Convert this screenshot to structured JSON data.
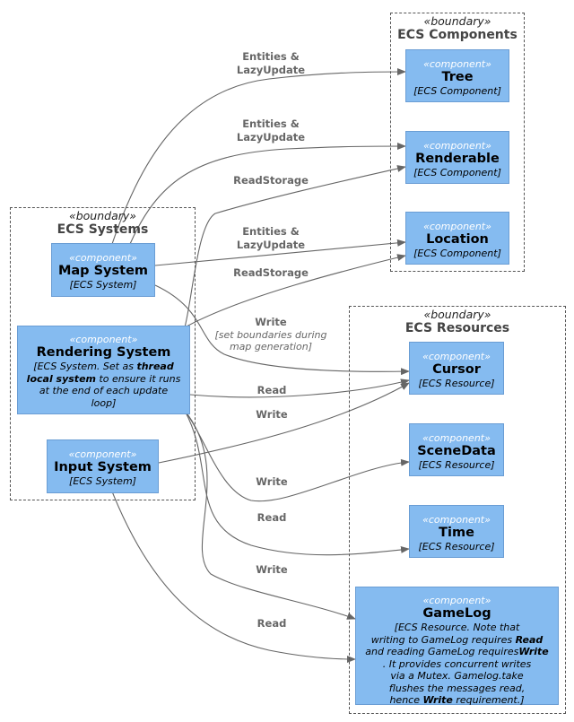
{
  "boundaries": {
    "components": {
      "stereotype": "«boundary»",
      "title": "ECS Components"
    },
    "systems": {
      "stereotype": "«boundary»",
      "title": "ECS Systems"
    },
    "resources": {
      "stereotype": "«boundary»",
      "title": "ECS Resources"
    }
  },
  "components": {
    "tree": {
      "stereotype": "«component»",
      "name": "Tree",
      "desc": "[ECS Component]"
    },
    "renderable": {
      "stereotype": "«component»",
      "name": "Renderable",
      "desc": "[ECS Component]"
    },
    "location": {
      "stereotype": "«component»",
      "name": "Location",
      "desc": "[ECS Component]"
    },
    "map_system": {
      "stereotype": "«component»",
      "name": "Map System",
      "desc": "[ECS System]"
    },
    "rendering_system": {
      "stereotype": "«component»",
      "name": "Rendering System",
      "desc_1": "[ECS System. Set as ",
      "desc_2": "thread",
      "desc_3": "local system",
      "desc_4": " to ensure it runs",
      "desc_5": "at the end of each update",
      "desc_6": "loop]"
    },
    "input_system": {
      "stereotype": "«component»",
      "name": "Input System",
      "desc": "[ECS System]"
    },
    "cursor": {
      "stereotype": "«component»",
      "name": "Cursor",
      "desc": "[ECS Resource]"
    },
    "scenedata": {
      "stereotype": "«component»",
      "name": "SceneData",
      "desc": "[ECS Resource]"
    },
    "time": {
      "stereotype": "«component»",
      "name": "Time",
      "desc": "[ECS Resource]"
    },
    "gamelog": {
      "stereotype": "«component»",
      "name": "GameLog",
      "d1": "[ECS Resource. Note that",
      "d2a": "writing to GameLog requires ",
      "d2b": "Read",
      "d3a": "and reading GameLog requires",
      "d3b": "Write",
      "d4": ". It provides concurrent writes",
      "d5": "via a Mutex. Gamelog.take",
      "d6": "flushes the messages read,",
      "d7a": "hence ",
      "d7b": "Write",
      "d7c": " requirement.]"
    }
  },
  "edges": {
    "map_tree": {
      "line1": "Entities &",
      "line2": "LazyUpdate"
    },
    "map_renderable": {
      "line1": "Entities &",
      "line2": "LazyUpdate"
    },
    "map_location": {
      "line1": "Entities &",
      "line2": "LazyUpdate"
    },
    "render_renderable": {
      "label": "ReadStorage"
    },
    "render_location": {
      "label": "ReadStorage"
    },
    "map_cursor": {
      "label": "Write",
      "note1": "[set boundaries during",
      "note2": "map generation]"
    },
    "render_cursor": {
      "label": "Read"
    },
    "input_cursor": {
      "label": "Write"
    },
    "render_scenedata": {
      "label": "Write"
    },
    "render_time": {
      "label": "Read"
    },
    "render_gamelog": {
      "label": "Write"
    },
    "input_gamelog": {
      "label": "Read"
    }
  },
  "colors": {
    "component_fill": "#85bbf0",
    "component_border": "#6a9dd4",
    "boundary_border": "#555555",
    "edge": "#666666",
    "edge_label": "#666666"
  }
}
